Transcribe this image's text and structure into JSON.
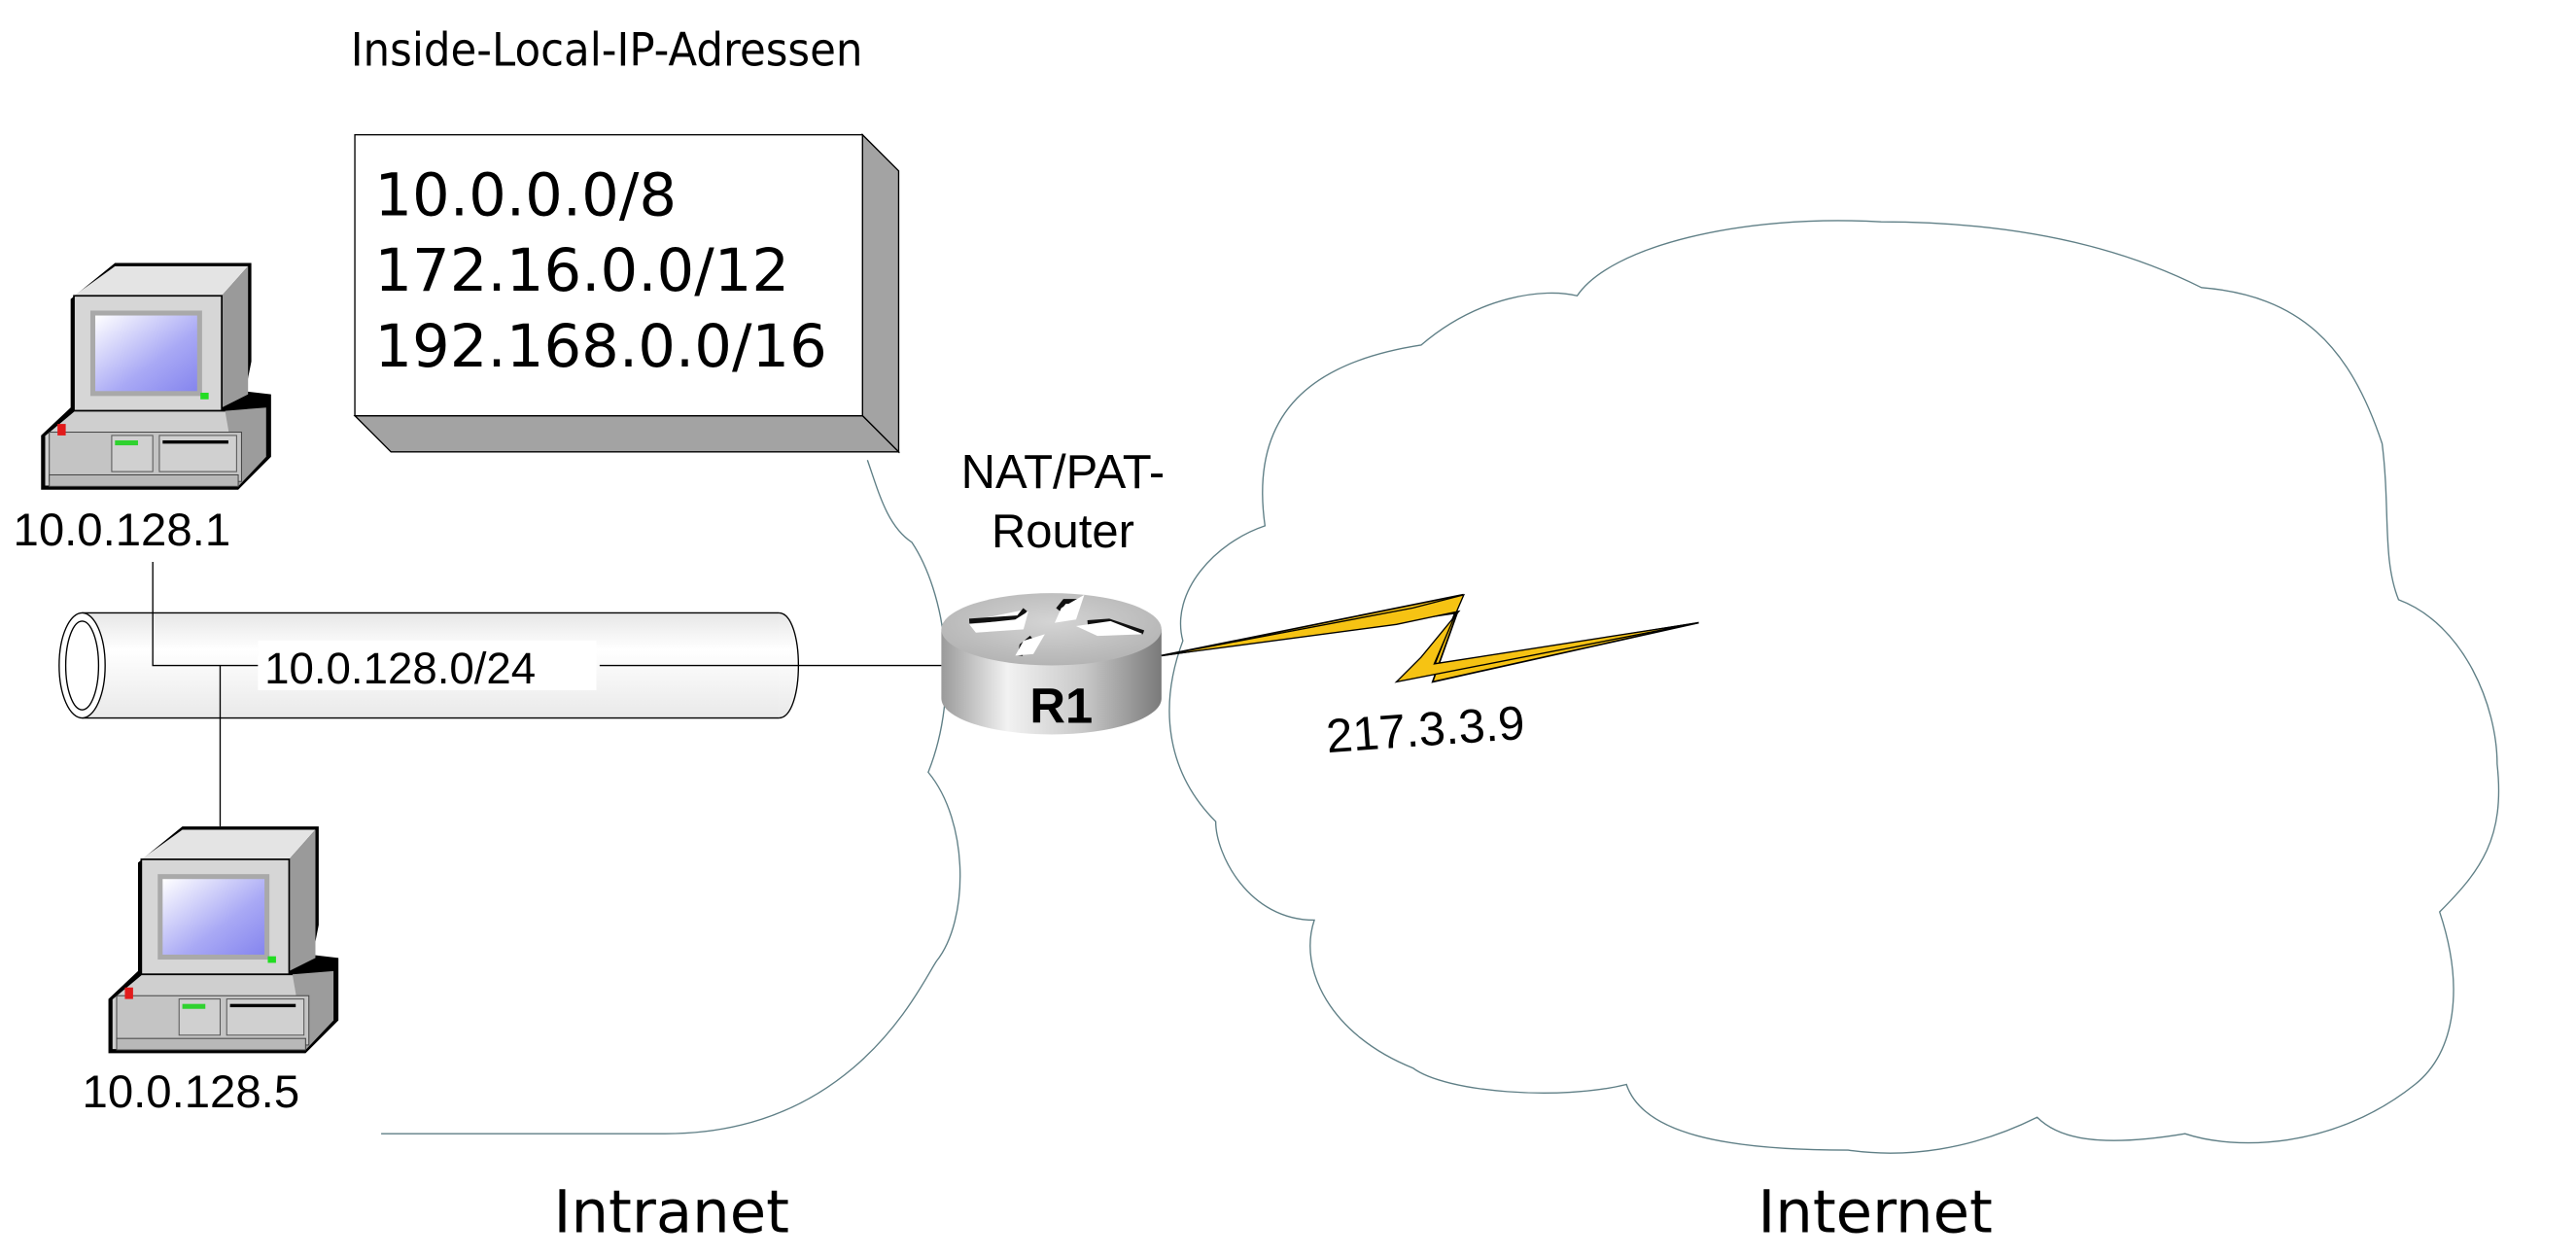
{
  "diagram": {
    "address_box": {
      "title": "Inside-Local-IP-Adressen",
      "lines": [
        "10.0.0.0/8",
        "172.16.0.0/12",
        "192.168.0.0/16"
      ]
    },
    "hosts": [
      {
        "label": "10.0.128.1",
        "icon": "desktop-computer-icon"
      },
      {
        "label": "10.0.128.5",
        "icon": "desktop-computer-icon"
      }
    ],
    "lan_segment": {
      "label": "10.0.128.0/24",
      "icon": "pipe-network-segment-icon"
    },
    "router": {
      "caption_line1": "NAT/PAT-",
      "caption_line2": "Router",
      "name": "R1",
      "icon": "router-icon"
    },
    "wan_link": {
      "label": "217.3.3.9",
      "icon": "lightning-serial-link-icon",
      "color": "#f5c518"
    },
    "clouds": [
      {
        "label": "Intranet",
        "icon": "cloud-icon"
      },
      {
        "label": "Internet",
        "icon": "cloud-icon"
      }
    ],
    "colors": {
      "cloud_stroke": "#5f7f86",
      "box_shadow": "#a0a0a0",
      "screen": "#8c8cf0"
    }
  }
}
